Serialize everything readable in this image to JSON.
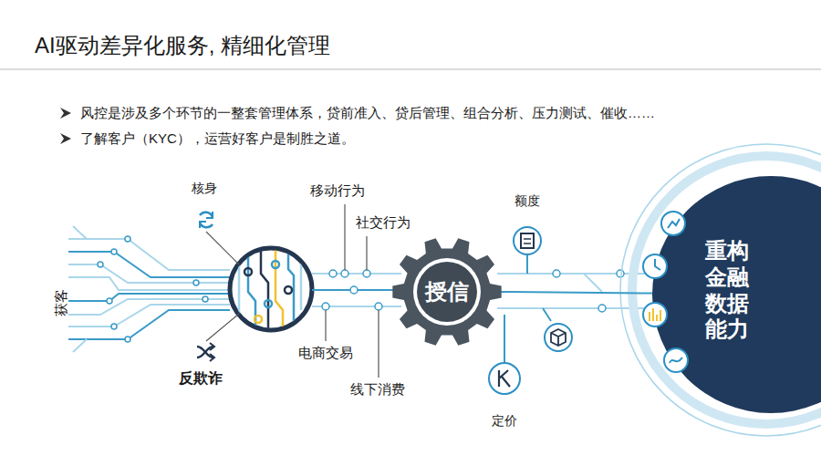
{
  "diagram": {
    "title": "AI驱动差异化服务, 精细化管理",
    "nodes": [
      {
        "text": [
          "授信"
        ]
      },
      {
        "text": [
          "重构 金融 数据 能力"
        ]
      }
    ],
    "edges": [
      {
        "from": 0,
        "to": 1,
        "arrow": "none"
      }
    ],
    "labels": [
      "风控是涉及多个环节的一整套管理体系，贷前准入、贷后管理、组合分析、压力测试、催收……",
      "了解客户（KYC），运营好客户是制胜之道。",
      "核身",
      "反欺诈",
      "获客",
      "移动行为",
      "社交行为",
      "电商交易",
      "线下消费",
      "额度",
      "定价"
    ]
  }
}
